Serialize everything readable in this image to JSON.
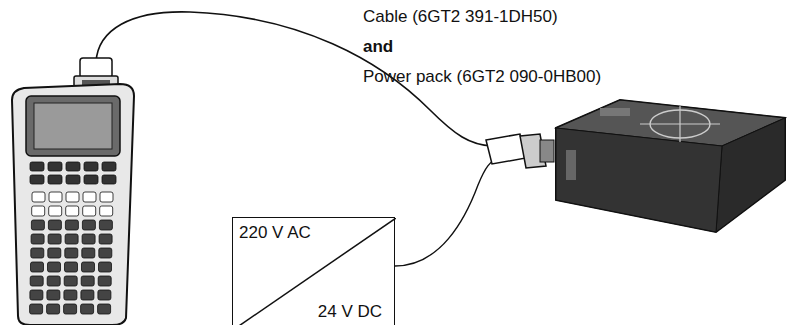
{
  "diagram": {
    "nodes": [
      {
        "text": [
          "220 V AC",
          "24 V DC"
        ]
      }
    ],
    "labels": [
      "Cable (6GT2 391-1DH50)",
      "and",
      "Power pack (6GT2 090-0HB00)"
    ]
  }
}
